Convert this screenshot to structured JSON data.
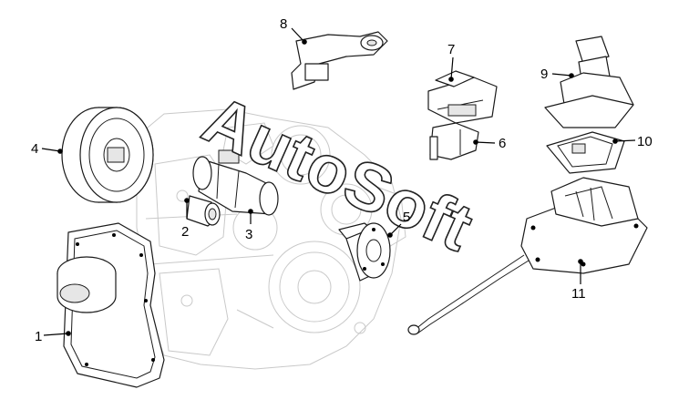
{
  "watermark": {
    "text": "AutoSoft"
  },
  "callouts": {
    "c1": "1",
    "c2": "2",
    "c3": "3",
    "c4": "4",
    "c5": "5",
    "c6": "6",
    "c7": "7",
    "c8": "8",
    "c9": "9",
    "c10": "10",
    "c11": "11"
  },
  "colors": {
    "line": "#1a1a1a",
    "ghost": "#c9c9c9",
    "background": "#ffffff"
  }
}
